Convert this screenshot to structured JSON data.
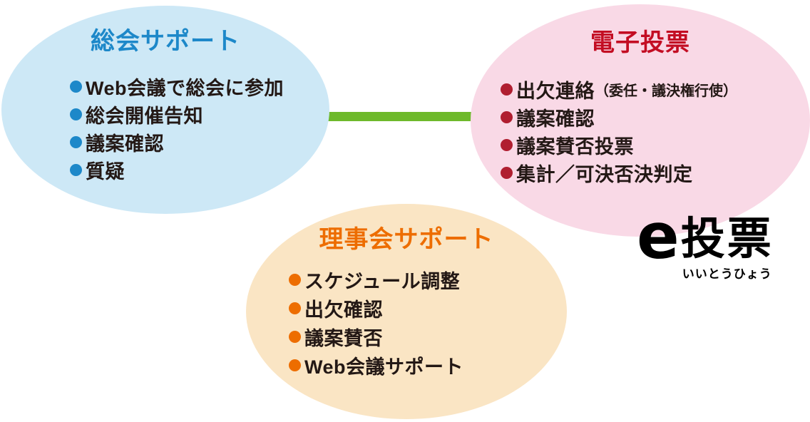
{
  "groups": [
    {
      "title": "総会サポート",
      "title_color": "#1d88c9",
      "bg_color": "#cde8f6",
      "bullet_color": "#1d88c9",
      "items": [
        {
          "text": "Web会議で総会に参加",
          "note": ""
        },
        {
          "text": "総会開催告知",
          "note": ""
        },
        {
          "text": "議案確認",
          "note": ""
        },
        {
          "text": "質疑",
          "note": ""
        }
      ]
    },
    {
      "title": "電子投票",
      "title_color": "#c30d23",
      "bg_color": "#f9d9e6",
      "bullet_color": "#b01e30",
      "items": [
        {
          "text": "出欠連絡",
          "note": "（委任・議決権行使）"
        },
        {
          "text": "議案確認",
          "note": ""
        },
        {
          "text": "議案賛否投票",
          "note": ""
        },
        {
          "text": "集計／可決否決判定",
          "note": ""
        }
      ]
    },
    {
      "title": "理事会サポート",
      "title_color": "#ed6d00",
      "bg_color": "#fae5c4",
      "bullet_color": "#ed6d00",
      "items": [
        {
          "text": "スケジュール調整",
          "note": ""
        },
        {
          "text": "出欠確認",
          "note": ""
        },
        {
          "text": "議案賛否",
          "note": ""
        },
        {
          "text": "Web会議サポート",
          "note": ""
        }
      ]
    }
  ],
  "connector_color": "#6eb92b",
  "logo": {
    "e": "e",
    "kanji": "投票",
    "subtext": "いいとうひょう"
  },
  "text_color": "#231815",
  "background_color": "#ffffff"
}
